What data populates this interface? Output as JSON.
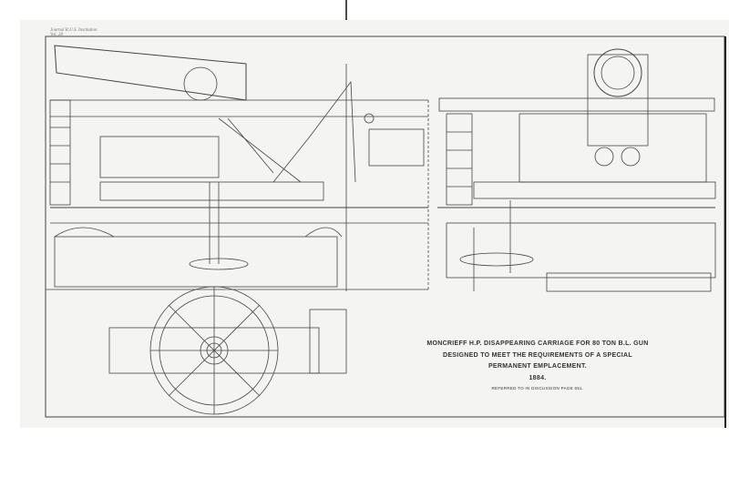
{
  "header": {
    "journal": "Journal R.U.S. Institution",
    "volume": "Vol. 28"
  },
  "title_block": {
    "line1": "MONCRIEFF H.P. DISAPPEARING CARRIAGE FOR 80 TON B.L. GUN",
    "line2": "DESIGNED TO MEET THE REQUIREMENTS OF A SPECIAL",
    "line3": "PERMANENT EMPLACEMENT.",
    "year": "1884.",
    "reference": "REFERRED TO IN DISCUSSION PAGE 651."
  },
  "colors": {
    "paper": "#f4f4f2",
    "ink": "#333333"
  }
}
